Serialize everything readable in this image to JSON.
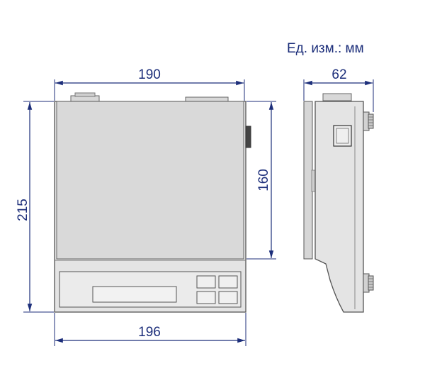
{
  "units_label": "Ед. изм.: мм",
  "dimensions": {
    "front_top_width": "190",
    "front_bottom_width": "196",
    "front_total_height": "215",
    "platform_height": "160",
    "side_depth": "62"
  },
  "colors": {
    "dimension": "#1c2e7a",
    "outline": "#555555",
    "body": "#e6e6e6",
    "platform": "#dadada",
    "display": "#efefef"
  }
}
